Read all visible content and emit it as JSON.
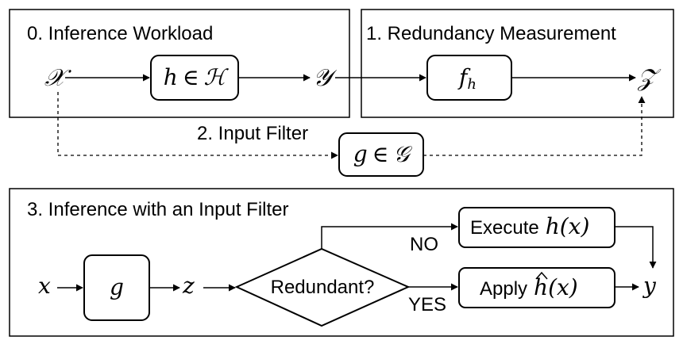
{
  "panels": {
    "workload_title": "0. Inference Workload",
    "redundancy_title": "1. Redundancy Measurement",
    "input_filter_label": "2. Input Filter",
    "inference_title": "3. Inference with an Input Filter"
  },
  "workload": {
    "input_space": "𝒳",
    "model_h": "h",
    "element_of": "∈",
    "hypothesis_space": "ℋ",
    "output_space": "𝒴"
  },
  "redundancy": {
    "f_label": "f",
    "f_subscript": "h",
    "target_space": "𝒵"
  },
  "filter": {
    "g": "g",
    "element_of": "∈",
    "filter_space": "𝒢"
  },
  "inference": {
    "x": "x",
    "g": "g",
    "z": "z",
    "decision": "Redundant?",
    "no_label": "NO",
    "yes_label": "YES",
    "execute_text": "Execute",
    "execute_expr": "h(x)",
    "apply_text": "Apply",
    "apply_h": "h",
    "apply_args": "(x)",
    "y": "y"
  }
}
